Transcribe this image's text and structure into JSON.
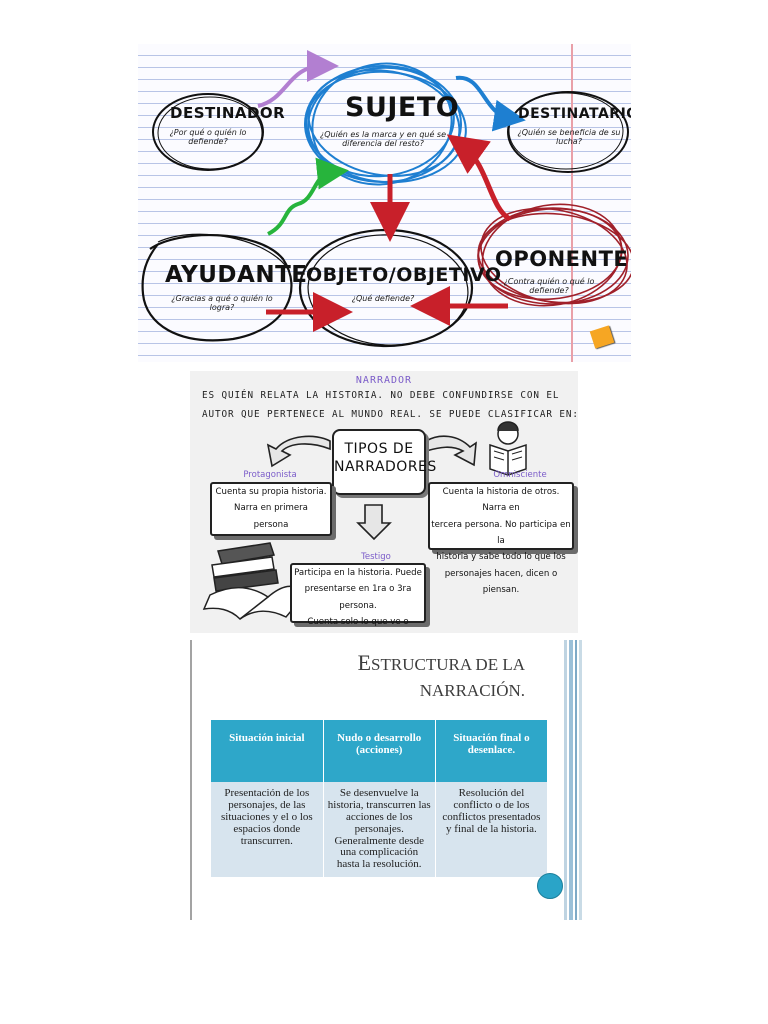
{
  "actantial": {
    "destinador": {
      "title": "DESTINADOR",
      "question": "¿Por qué o quién lo defiende?"
    },
    "sujeto": {
      "title": "SUJETO",
      "question_line1": "¿Quién es la marca y en qué se",
      "question_line2": "diferencia del resto?"
    },
    "destinatario": {
      "title": "DESTINATARIO",
      "question": "¿Quién se beneficia de su lucha?"
    },
    "ayudante": {
      "title": "AYUDANTE",
      "question": "¿Gracias a qué o quién lo logra?"
    },
    "objeto": {
      "title": "OBJETO/OBJETIVO",
      "question": "¿Qué defiende?"
    },
    "oponente": {
      "title": "OPONENTE",
      "question": "¿Contra quién o qué lo defiende?"
    },
    "colors": {
      "sujeto": "#1e7fd1",
      "oponente": "#a0202a",
      "arrow_red": "#c8202a",
      "arrow_green": "#27b43c",
      "arrow_purple": "#b27fd1",
      "ink": "#111111"
    }
  },
  "narrador": {
    "heading": "NARRADOR",
    "line1": "ES QUIÉN RELATA LA HISTORIA. NO DEBE CONFUNDIRSE CON EL",
    "line2": "AUTOR QUE PERTENECE AL MUNDO REAL. SE PUEDE CLASIFICAR EN:",
    "center_line1": "TIPOS DE",
    "center_line2": "NARRADORES",
    "protagonista": {
      "title": "Protagonista",
      "l1": "Cuenta su propia historia.",
      "l2": "Narra en primera",
      "l3": "persona"
    },
    "omnisciente": {
      "title": "Omnisciente",
      "l1": "Cuenta la historia de otros. Narra en",
      "l2": "tercera persona. No participa en la",
      "l3": "historia y sabe todo lo que los",
      "l4": "personajes hacen, dicen o piensan."
    },
    "testigo": {
      "title": "Testigo",
      "l1": "Participa en la historia. Puede",
      "l2": "presentarse en 1ra o 3ra persona.",
      "l3": "Cuenta solo lo que ve o escucha."
    },
    "accent_color": "#7b5cc9"
  },
  "estructura": {
    "title_cap1": "E",
    "title_rest1": "STRUCTURA DE LA",
    "title_cap2": "",
    "title_rest2": "NARRACIÓN.",
    "headers": [
      "Situación inicial",
      "Nudo o desarrollo (acciones)",
      "Situación final o desenlace."
    ],
    "cells": [
      "Presentación de los personajes, de las situaciones y el o los espacios donde transcurren.",
      "Se desenvuelve la historia, transcurren las acciones de los personajes. Generalmente desde una complicación hasta la resolución.",
      "Resolución del conflicto o de los conflictos presentados y final de la historia."
    ],
    "header_color": "#2ea7c9",
    "cell_color": "#d7e4ee"
  }
}
